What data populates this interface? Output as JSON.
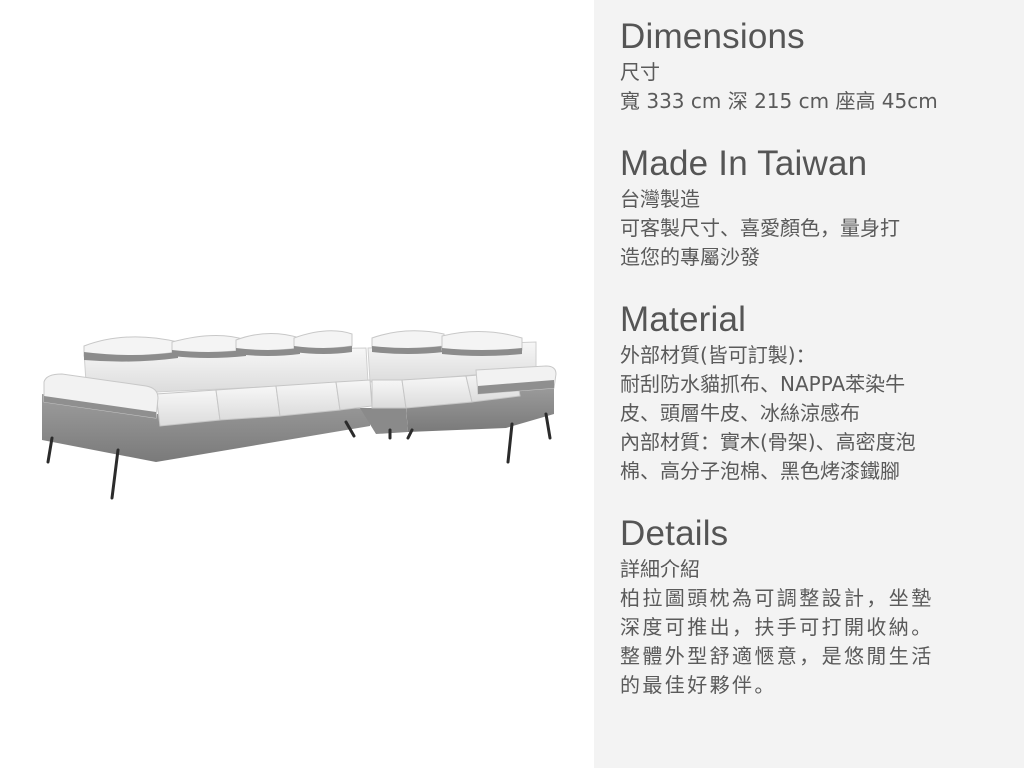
{
  "colors": {
    "panel_bg": "#f3f3f3",
    "text": "#555555",
    "sofa_seat": "#efefef",
    "sofa_base": "#8f8f8f",
    "sofa_leg": "#2b2b2b"
  },
  "product_image": {
    "alt": "L-shaped sectional sofa",
    "icon": "sofa-illustration"
  },
  "sections": {
    "dimensions": {
      "heading": "Dimensions",
      "subheading": "尺寸",
      "lines": [
        "寬 333 cm 深 215 cm 座高 45cm"
      ]
    },
    "origin": {
      "heading": "Made In Taiwan",
      "subheading": "台灣製造",
      "lines": [
        "可客製尺寸、喜愛顏色，量身打",
        "造您的專屬沙發"
      ]
    },
    "material": {
      "heading": "Material",
      "subheading": "外部材質(皆可訂製)：",
      "lines": [
        "耐刮防水貓抓布、NAPPA苯染牛",
        "皮、頭層牛皮、冰絲涼感布",
        "內部材質：實木(骨架)、高密度泡",
        "棉、高分子泡棉、黑色烤漆鐵腳"
      ]
    },
    "details": {
      "heading": "Details",
      "subheading": "詳細介紹",
      "lines": [
        "柏拉圖頭枕為可調整設計，坐墊",
        "深度可推出，扶手可打開收納。",
        "整體外型舒適愜意，是悠閒生活",
        "的最佳好夥伴。"
      ]
    }
  }
}
